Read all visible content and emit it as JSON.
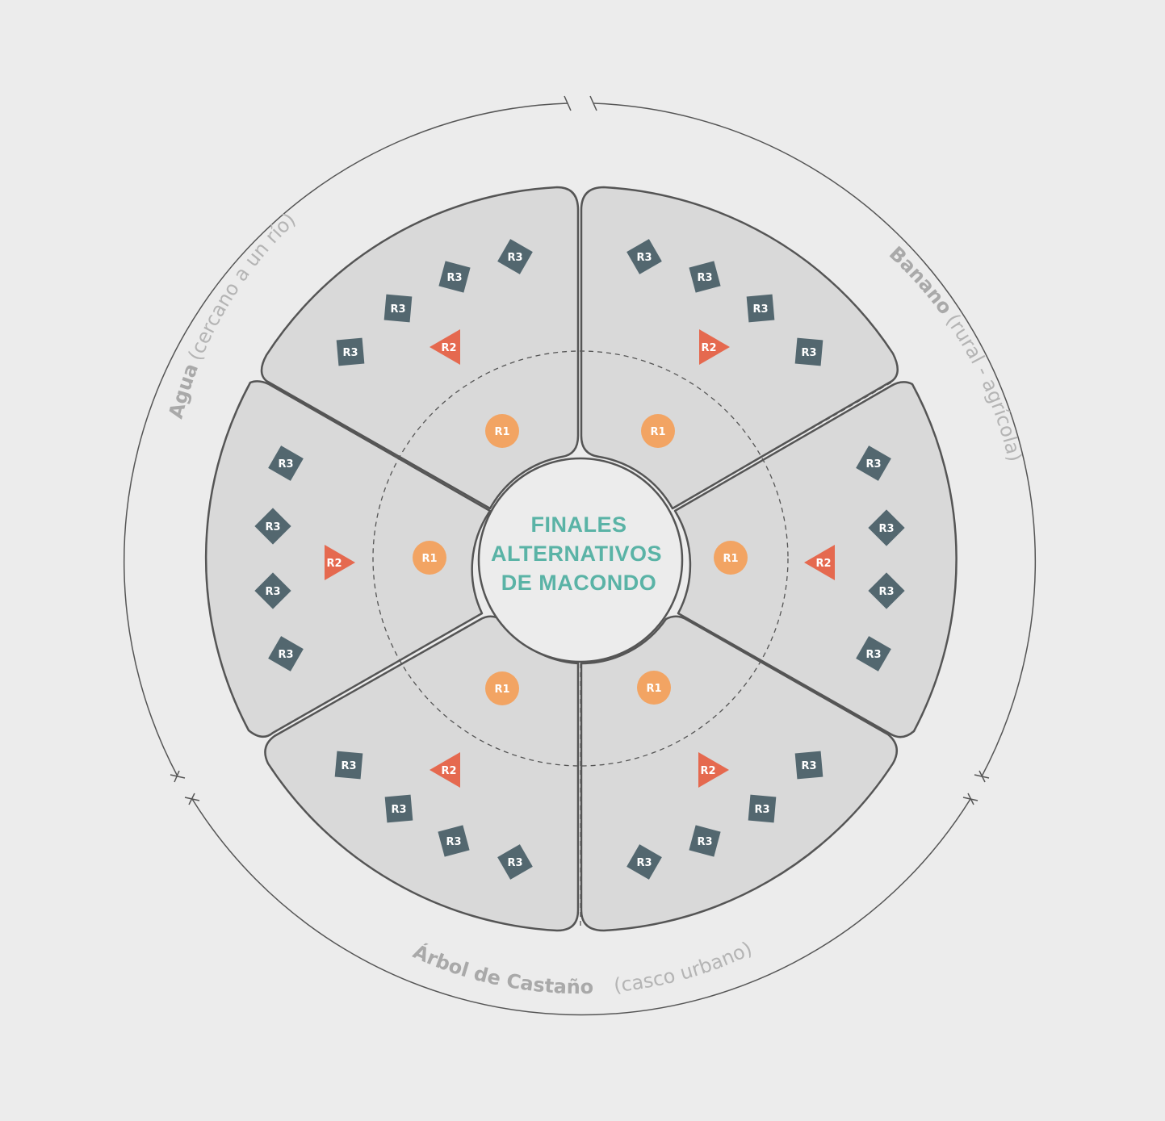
{
  "center": {
    "lines": [
      "FINALES",
      "ALTERNATIVOS",
      "DE MACONDO"
    ]
  },
  "labels": {
    "agua": {
      "bold": "Agua",
      "light": "(cercano a un río)"
    },
    "banano": {
      "bold": "Banano",
      "light": "(rural - agrícola)"
    },
    "arbol": {
      "bold": "Árbol de Castaño",
      "light": "(casco urbano)"
    }
  },
  "markers": {
    "r1": "R1",
    "r2": "R2",
    "r3": "R3"
  },
  "colors": {
    "background": "#ececec",
    "segment_fill": "#d9d9d9",
    "outline": "#555555",
    "center_fill": "#ececec",
    "center_text": "#5ab3a6",
    "r1": "#f2a463",
    "r2": "#e5694f",
    "r3": "#53676f",
    "label": "#aaaaaa"
  },
  "icons": {
    "r1": "orange-circle",
    "r2": "red-triangle",
    "r3": "slate-square"
  }
}
